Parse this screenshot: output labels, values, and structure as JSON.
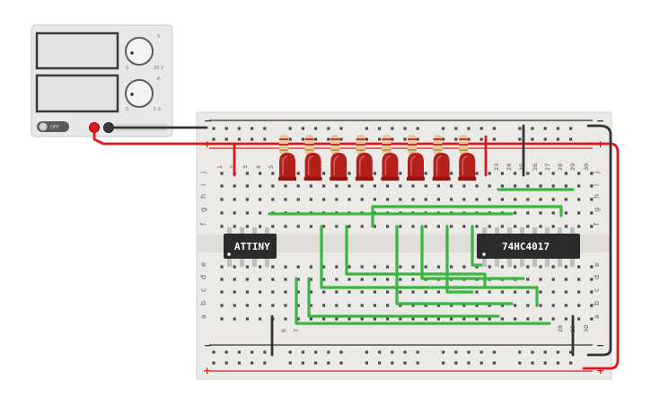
{
  "power_supply": {
    "button_label": "OFF",
    "knob_voltage_label": "V",
    "knob_current_label": "A",
    "knob_voltage_min": "0",
    "knob_voltage_max": "30 V",
    "knob_current_min": "0",
    "knob_current_max": "5 A"
  },
  "breadboard": {
    "rail_plus": "+",
    "rail_minus": "−",
    "row_letters_top": [
      "j",
      "i",
      "h",
      "g",
      "f"
    ],
    "row_letters_bottom": [
      "e",
      "d",
      "c",
      "b",
      "a"
    ],
    "column_numbers_top": [
      "1",
      "2",
      "3",
      "4",
      "5",
      "23",
      "24",
      "25",
      "26",
      "27",
      "28",
      "29",
      "30"
    ],
    "column_numbers_bottom": [
      "6",
      "7",
      "28",
      "29",
      "30"
    ]
  },
  "chips": [
    {
      "name": "attiny",
      "label": "ATTINY"
    },
    {
      "name": "74hc4017",
      "label": "74HC4017"
    }
  ],
  "leds": {
    "count": 8,
    "color": "#b3201c"
  },
  "colors": {
    "wire_green": "#3cb543",
    "wire_red": "#e0161b",
    "wire_black": "#333333",
    "chip_body": "#2b2b2b",
    "board": "#eceae6"
  }
}
